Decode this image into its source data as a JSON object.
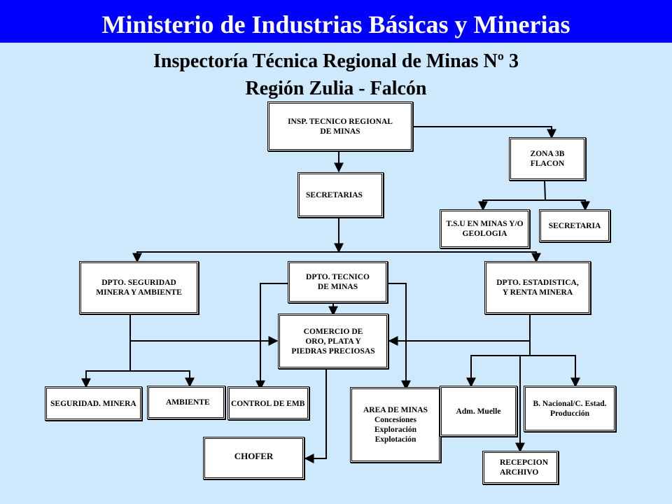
{
  "header": {
    "ministry": "Ministerio de Industrias Básicas y Minerias",
    "title": "Inspectoría Técnica Regional de Minas Nº 3",
    "region": "Región Zulia - Falcón"
  },
  "nodes": {
    "insp": "INSP. TECNICO REGIONAL\nDE MINAS",
    "zona": "ZONA 3B\nFLACON",
    "secretarias": "SECRETARIAS",
    "tsu": "T.S.U EN MINAS Y/O\nGEOLOGIA",
    "secretaria": "SECRETARIA",
    "dpto_seg": "DPTO. SEGURIDAD\nMINERA Y AMBIENTE",
    "dpto_tec": "DPTO. TECNICO\nDE MINAS",
    "dpto_est": "DPTO. ESTADISTICA,\nY RENTA MINERA",
    "comercio": "COMERCIO   DE\nORO, PLATA  Y\nPIEDRAS PRECIOSAS",
    "seg_minera": "SEGURIDAD. MINERA",
    "ambiente": "AMBIENTE",
    "control": "CONTROL DE EMB",
    "area": "AREA DE MINAS\nConcesiones\nExploración\nExplotación",
    "adm": "Adm. Muelle",
    "bnacional": "B. Nacional/C. Estad.\nProducción",
    "chofer": "CHOFER",
    "recepcion": "RECEPCION\nARCHIVO"
  }
}
